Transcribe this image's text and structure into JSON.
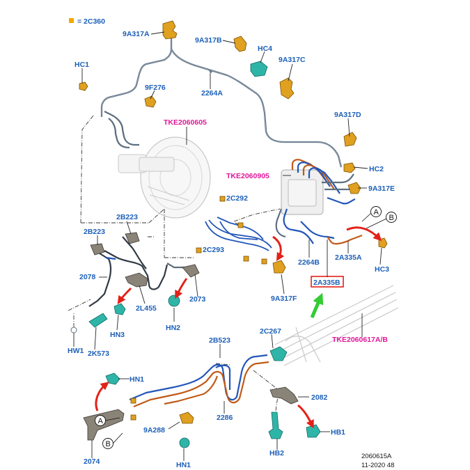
{
  "legend": {
    "marker_color": "#f5a800",
    "text": "= 2C360"
  },
  "colors": {
    "label": "#1c5fb8",
    "tke": "#e0189a",
    "steel_line": "#5d6f80",
    "blue_line": "#2255b8",
    "orange_line": "#c05a18",
    "bracket": "#e0a020",
    "clip": "#2fb5a8",
    "arrow_red": "#e32119",
    "arrow_green": "#33cc33",
    "highlight_box": "#e32119"
  },
  "labels": {
    "9A317A": "9A317A",
    "9A317B": "9A317B",
    "HC4": "HC4",
    "9A317C": "9A317C",
    "HC1": "HC1",
    "9F276": "9F276",
    "2264A": "2264A",
    "9A317D": "9A317D",
    "TKE2060605": "TKE2060605",
    "TKE2060905": "TKE2060905",
    "HC2": "HC2",
    "9A317E": "9A317E",
    "2C292": "2C292",
    "2C293": "2C293",
    "2B223_left": "2B223",
    "2B223_right": "2B223",
    "2078": "2078",
    "2L455": "2L455",
    "2073": "2073",
    "HN2": "HN2",
    "HN3": "HN3",
    "HW1": "HW1",
    "2K573": "2K573",
    "9A317F": "9A317F",
    "2264B": "2264B",
    "2A335A": "2A335A",
    "HC3": "HC3",
    "2A335B": "2A335B",
    "TKE2060617AB": "TKE2060617A/B",
    "2B523": "2B523",
    "2C267": "2C267",
    "HN1_top": "HN1",
    "2082": "2082",
    "2286": "2286",
    "9A288": "9A288",
    "HB1": "HB1",
    "2074": "2074",
    "HB2": "HB2",
    "HN1_bottom": "HN1"
  },
  "callouts": {
    "A_top": "A",
    "B_top": "B",
    "A_bottom": "A",
    "B_bottom": "B"
  },
  "reference": {
    "code": "2060615A",
    "date": "11-2020 48"
  }
}
